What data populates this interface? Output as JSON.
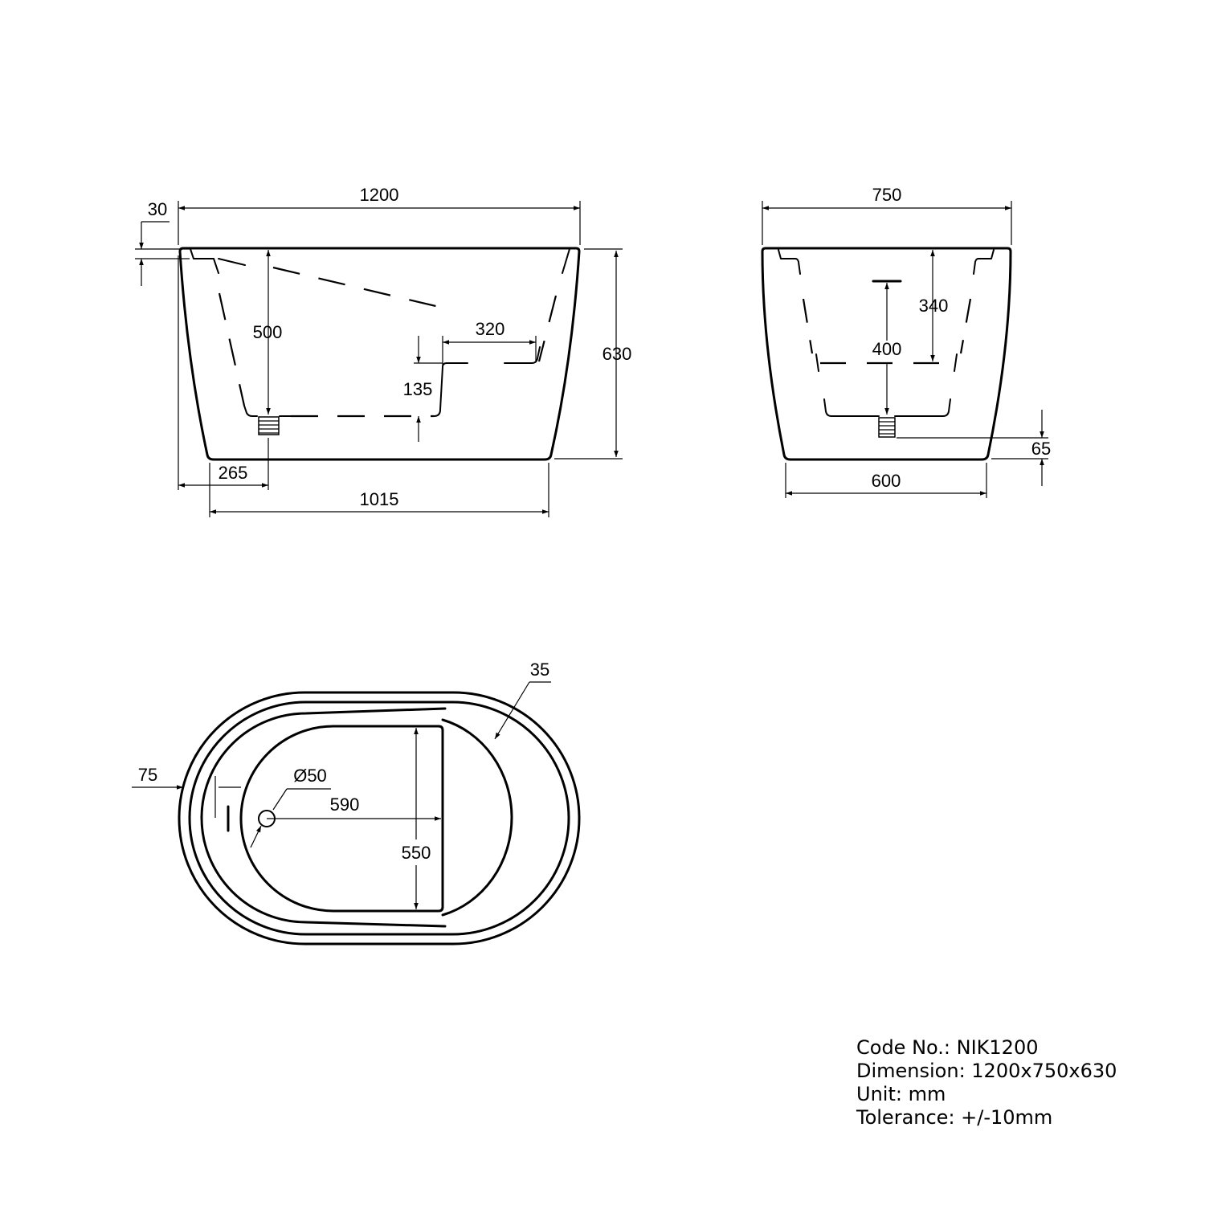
{
  "views": {
    "side": {
      "dims": {
        "top_offset": "30",
        "length": "1200",
        "inner_depth": "500",
        "step_length": "320",
        "height": "630",
        "step_height": "135",
        "drain_offset": "265",
        "base_length": "1015"
      }
    },
    "end": {
      "dims": {
        "width": "750",
        "seat_depth": "340",
        "drain_depth": "400",
        "drain_height": "65",
        "base_width": "600"
      }
    },
    "plan": {
      "dims": {
        "rim": "35",
        "wall": "75",
        "drain_diameter": "Ø50",
        "drain_to_step": "590",
        "step_width": "550"
      }
    }
  },
  "specs": {
    "code": "Code No.: NIK1200",
    "dimension": "Dimension: 1200x750x630",
    "unit": "Unit: mm",
    "tolerance": "Tolerance: +/-10mm"
  }
}
